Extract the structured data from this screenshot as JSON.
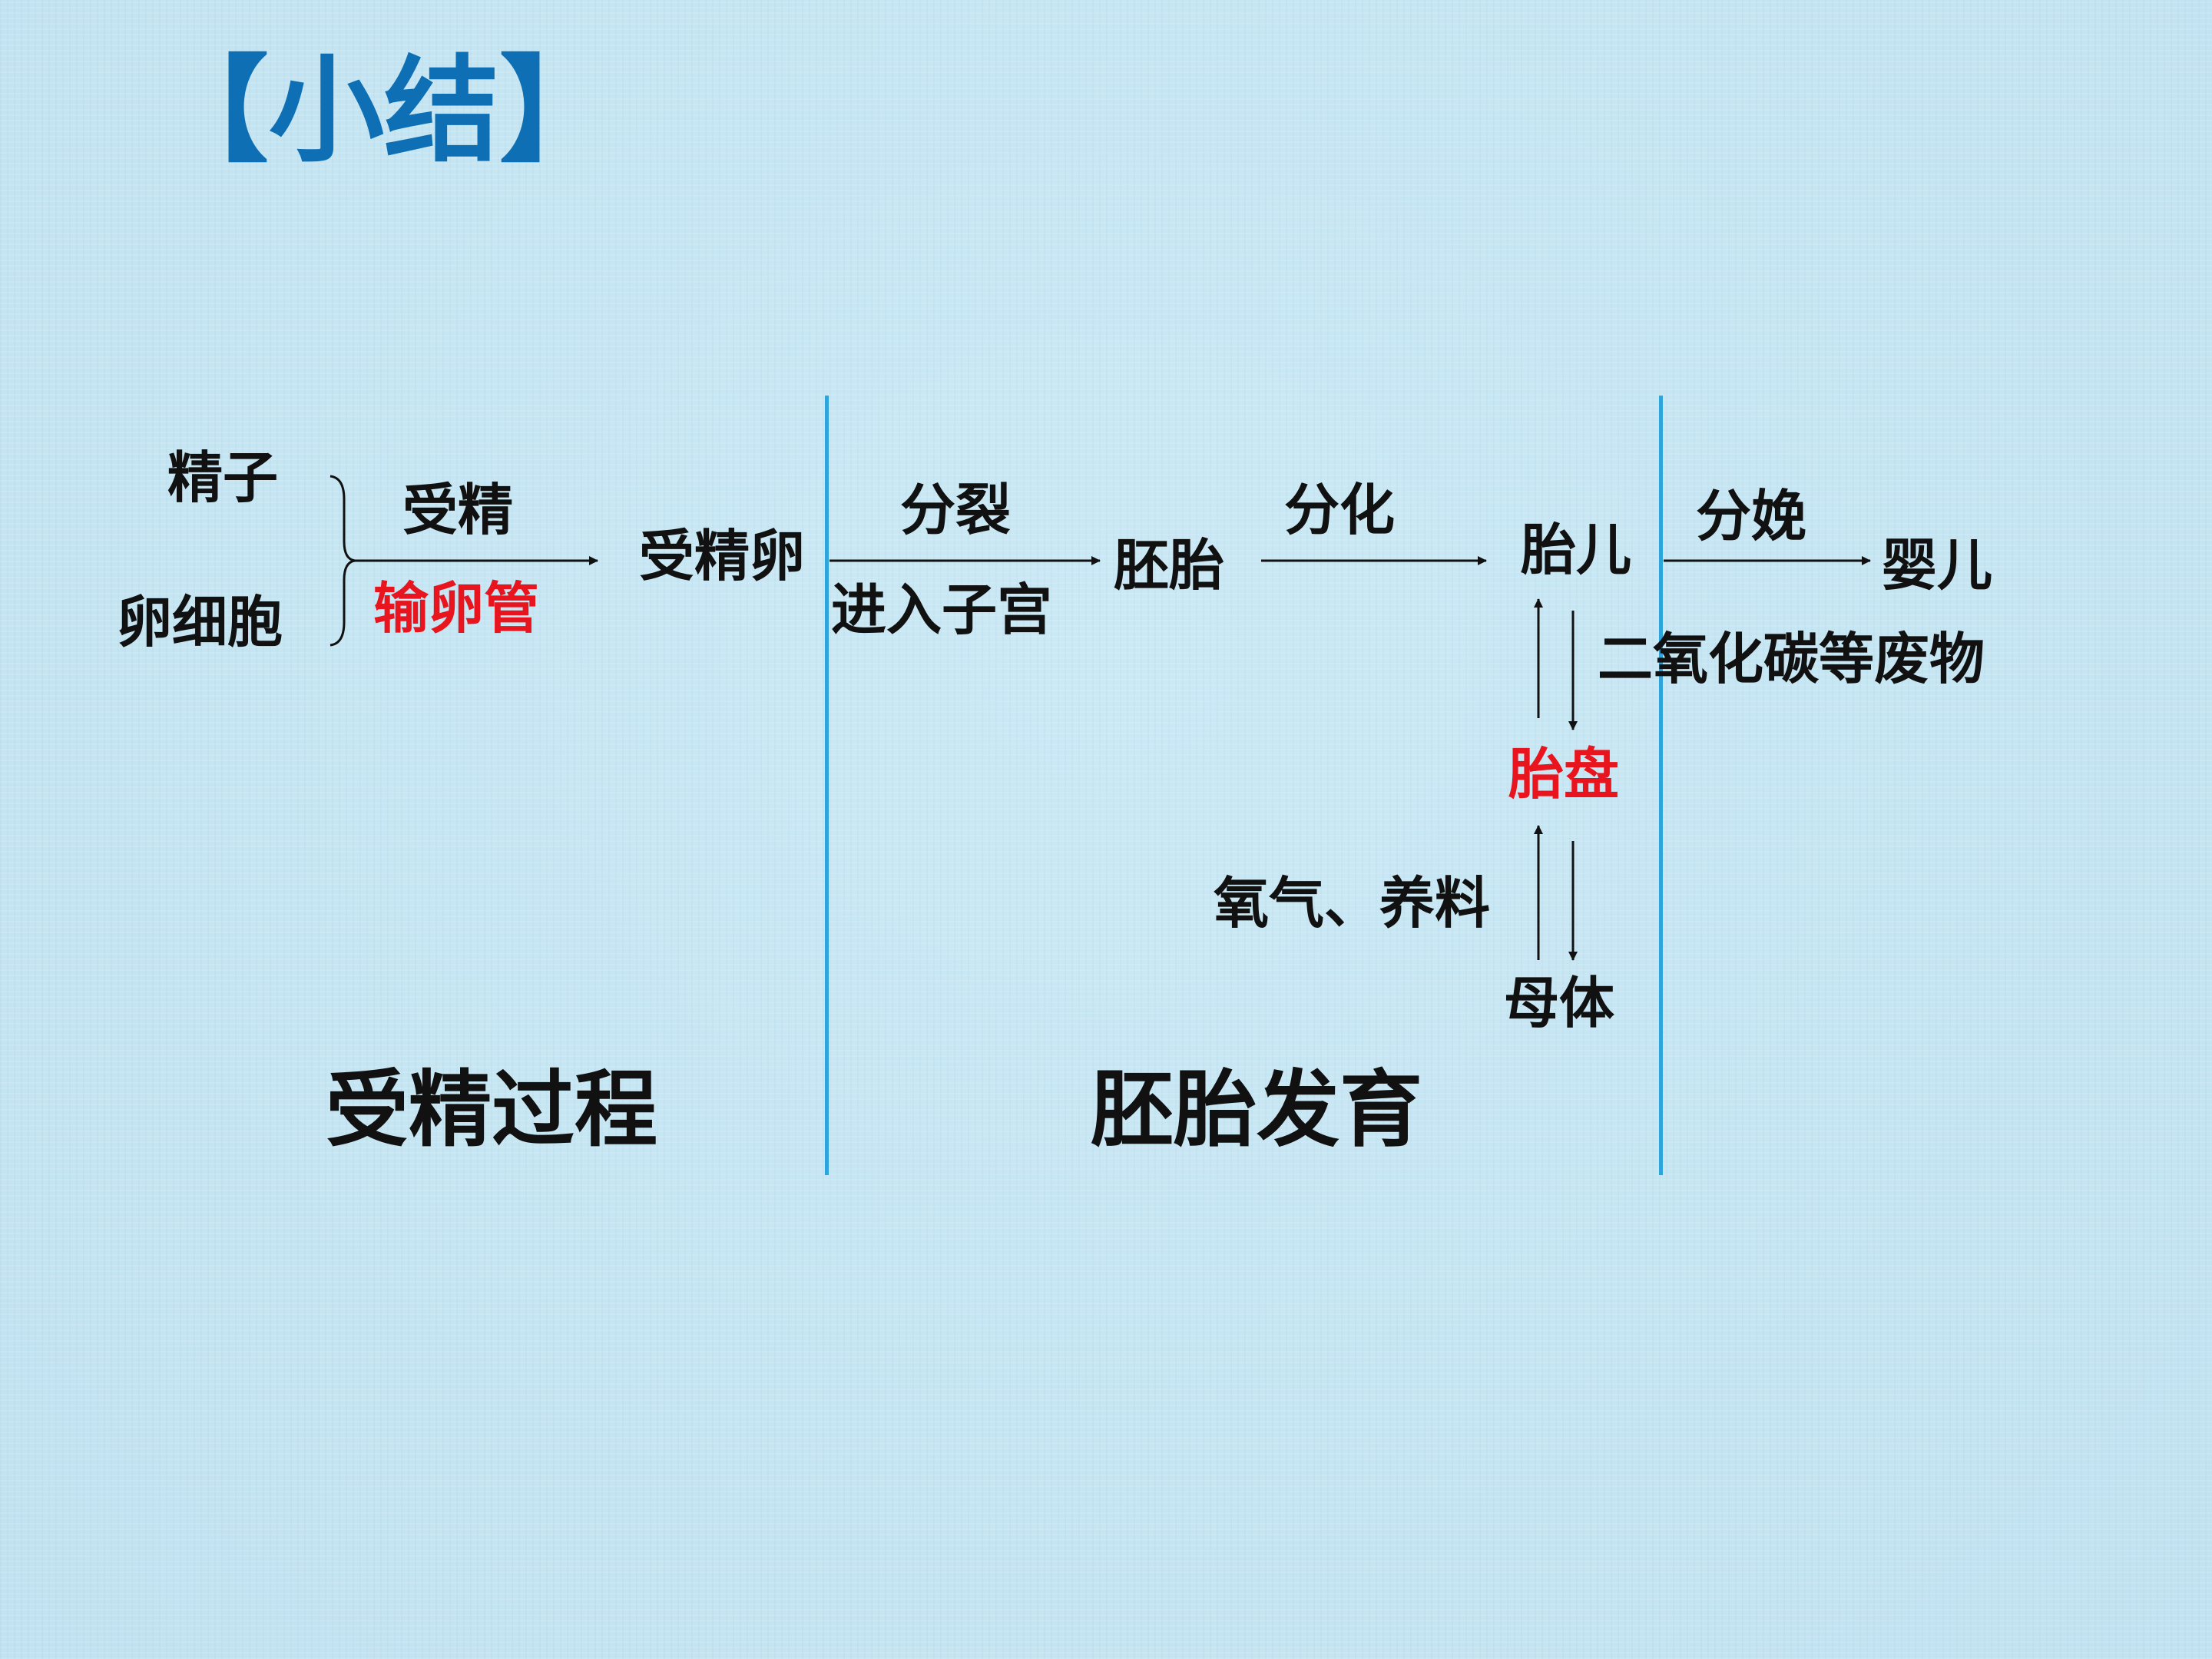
{
  "title": "【小结】",
  "colors": {
    "title": "#0f6fb5",
    "highlight": "#e8141e",
    "divider": "#2ea4dd",
    "text": "#111111"
  },
  "fertilization": {
    "inputs": [
      "精子",
      "卵细胞"
    ],
    "arrow_label_top": "受精",
    "arrow_label_bottom": "输卵管",
    "result": "受精卵",
    "section_label": "受精过程"
  },
  "development": {
    "step1_label_top": "分裂",
    "step1_label_bottom": "进入子宫",
    "embryo": "胚胎",
    "step2_label": "分化",
    "fetus": "胎儿",
    "waste_label": "二氧化碳等废物",
    "placenta": "胎盘",
    "nutrient_label": "氧气、养料",
    "mother": "母体",
    "section_label": "胚胎发育"
  },
  "birth": {
    "label": "分娩",
    "baby": "婴儿"
  }
}
